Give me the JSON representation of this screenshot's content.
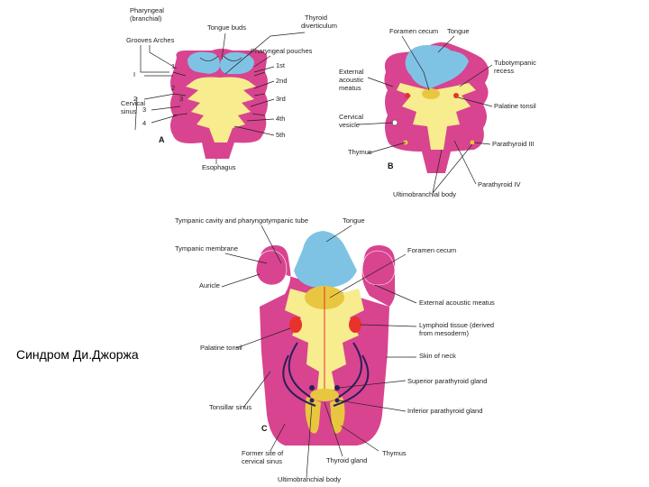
{
  "caption": "Синдром Ди.Джоржа",
  "colors": {
    "magenta": "#d8448f",
    "yellow": "#f7ec8e",
    "blue": "#7fc3e4",
    "gold": "#e8c640",
    "red": "#e8322c",
    "arrow": "#2a1f5a"
  },
  "panel_a": {
    "letter": "A",
    "pharyngeal_arches_title": "Pharyngeal\n(branchial)",
    "grooves": "Grooves",
    "arches": "Arches",
    "tongue_buds": "Tongue buds",
    "thyroid_diverticulum": "Thyroid\ndiverticulum",
    "pharyngeal_pouches": "Pharyngeal pouches",
    "groove_numbers": [
      "I",
      "2",
      "3",
      "4"
    ],
    "arch_numbers": [
      "1",
      "2",
      "3"
    ],
    "pouch_numbers": [
      "1st",
      "2nd",
      "3rd",
      "4th",
      "5th"
    ],
    "cervical_sinus": "Cervical\nsinus",
    "esophagus": "Esophagus"
  },
  "panel_b": {
    "letter": "B",
    "foramen_cecum": "Foramen cecum",
    "tongue": "Tongue",
    "tubotympanic_recess": "Tubotympanic\nrecess",
    "external_acoustic_meatus": "External\nacoustic\nmeatus",
    "palatine_tonsil": "Palatine tonsil",
    "cervical_vesicle": "Cervical\nvesicle",
    "parathyroid_iii": "Parathyroid III",
    "thymus": "Thymus",
    "parathyroid_iv": "Parathyroid IV",
    "ultimobranchial_body": "Ultimobranchial body"
  },
  "panel_c": {
    "letter": "C",
    "tympanic_cavity": "Tympanic cavity and pharyngotympanic tube",
    "tongue": "Tongue",
    "tympanic_membrane": "Tympanic membrane",
    "foramen_cecum": "Foramen cecum",
    "auricle": "Auricle",
    "external_acoustic_meatus": "External acoustic meatus",
    "lymphoid_tissue": "Lymphoid tissue (derived\nfrom mesoderm)",
    "palatine_tonsil": "Palatine tonsil",
    "skin_of_neck": "Skin of neck",
    "superior_parathyroid": "Superior parathyroid gland",
    "tonsillar_sinus": "Tonsillar sinus",
    "inferior_parathyroid": "Inferior parathyroid gland",
    "former_site": "Former site of\ncervical sinus",
    "thyroid_gland": "Thyroid gland",
    "thymus": "Thymus",
    "ultimobranchial_body": "Ultimobranchial body"
  }
}
